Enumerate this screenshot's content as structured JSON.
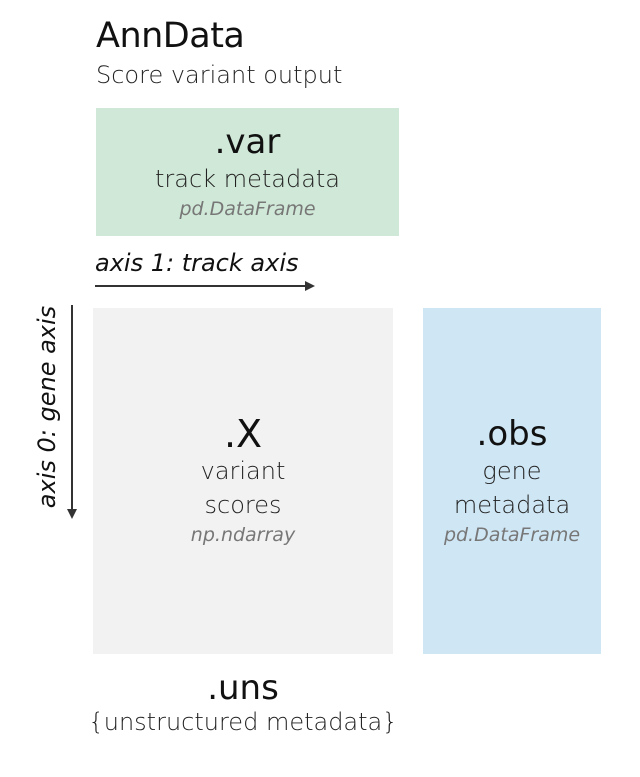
{
  "header": {
    "title": "AnnData",
    "subtitle": "Score variant output"
  },
  "var": {
    "name": ".var",
    "desc": "track metadata",
    "type": "pd.DataFrame",
    "color": "#cfe8d7"
  },
  "axes": {
    "axis1": "axis 1: track axis",
    "axis0": "axis 0: gene axis",
    "arrow_color": "#333333"
  },
  "X": {
    "name": ".X",
    "desc_line1": "variant",
    "desc_line2": "scores",
    "type": "np.ndarray",
    "color": "#f2f2f2"
  },
  "obs": {
    "name": ".obs",
    "desc_line1": "gene",
    "desc_line2": "metadata",
    "type": "pd.DataFrame",
    "color": "#cfe6f4"
  },
  "uns": {
    "name": ".uns",
    "desc": "{unstructured metadata}"
  }
}
